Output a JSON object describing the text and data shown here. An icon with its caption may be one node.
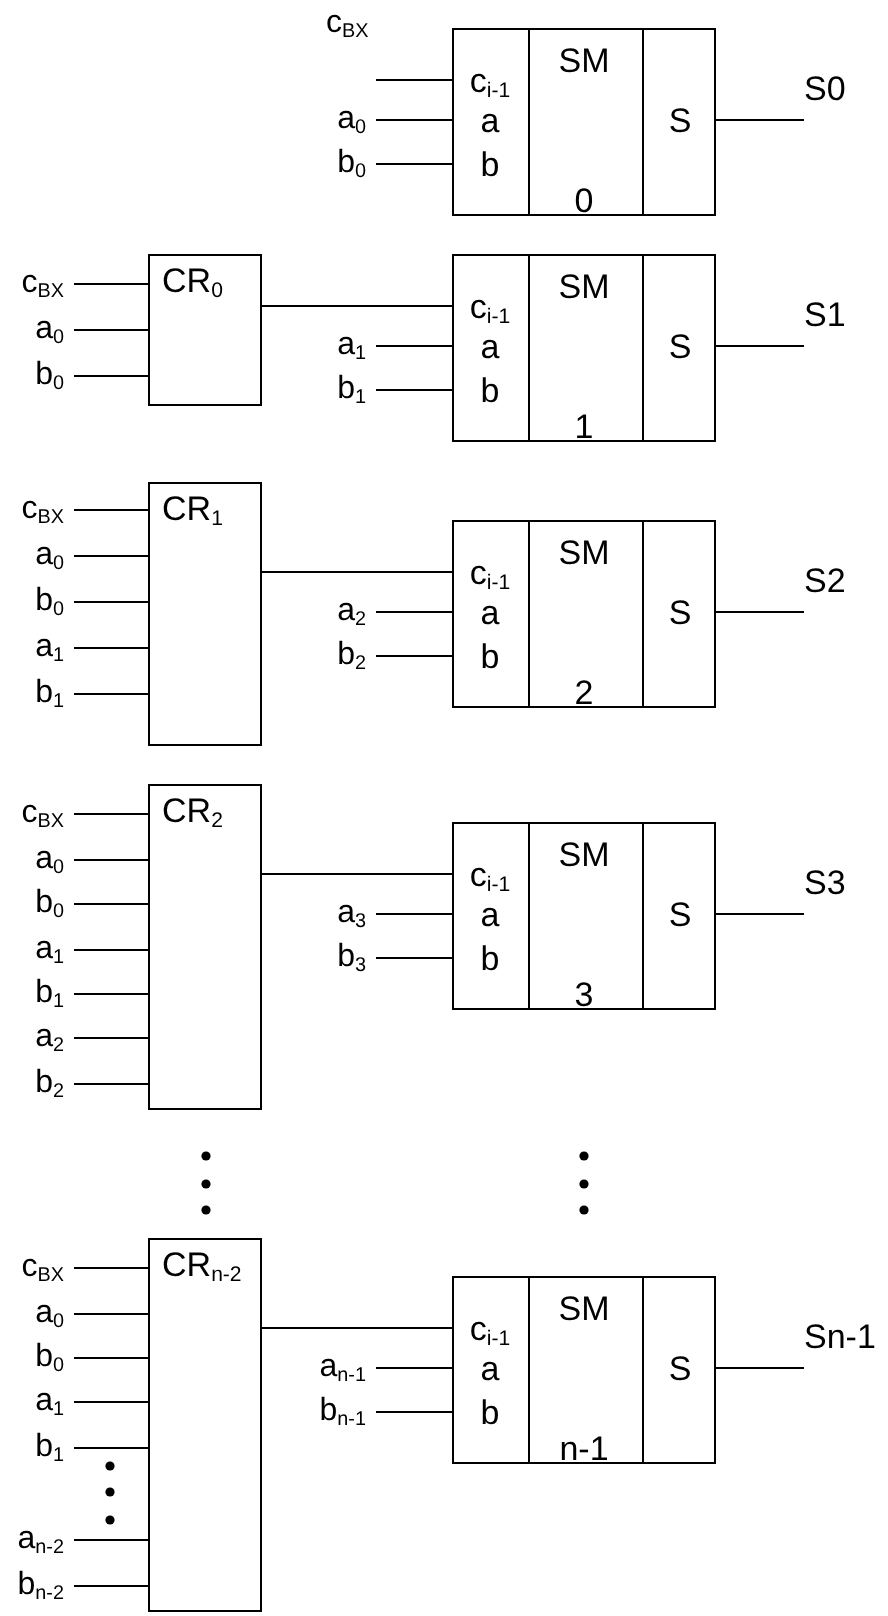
{
  "diagram": {
    "nodes": [
      {
        "text": [
          "c$_{BX}$"
        ]
      },
      {
        "text": [
          "a$_{0}$"
        ]
      },
      {
        "text": [
          "b$_{0}$"
        ]
      },
      {
        "text": [
          "c$_{i-1}$",
          "a",
          "b",
          "SM",
          "0",
          "S"
        ]
      },
      {
        "text": [
          "S0"
        ]
      },
      {
        "text": [
          "c$_{BX}$"
        ]
      },
      {
        "text": [
          "a$_{0}$"
        ]
      },
      {
        "text": [
          "b$_{0}$"
        ]
      },
      {
        "text": [
          "CR$_{0}$"
        ]
      },
      {
        "text": [
          "a$_{1}$"
        ]
      },
      {
        "text": [
          "b$_{1}$"
        ]
      },
      {
        "text": [
          "c$_{i-1}$",
          "a",
          "b",
          "SM",
          "1",
          "S"
        ]
      },
      {
        "text": [
          "S1"
        ]
      },
      {
        "text": [
          "c$_{BX}$"
        ]
      },
      {
        "text": [
          "a$_{0}$"
        ]
      },
      {
        "text": [
          "b$_{0}$"
        ]
      },
      {
        "text": [
          "a$_{1}$"
        ]
      },
      {
        "text": [
          "b$_{1}$"
        ]
      },
      {
        "text": [
          "CR$_{1}$"
        ]
      },
      {
        "text": [
          "a$_{2}$"
        ]
      },
      {
        "text": [
          "b$_{2}$"
        ]
      },
      {
        "text": [
          "c$_{i-1}$",
          "a",
          "b",
          "SM",
          "2",
          "S"
        ]
      },
      {
        "text": [
          "S2"
        ]
      },
      {
        "text": [
          "c$_{BX}$"
        ]
      },
      {
        "text": [
          "a$_{0}$"
        ]
      },
      {
        "text": [
          "b$_{0}$"
        ]
      },
      {
        "text": [
          "a$_{1}$"
        ]
      },
      {
        "text": [
          "b$_{1}$"
        ]
      },
      {
        "text": [
          "a$_{2}$"
        ]
      },
      {
        "text": [
          "b$_{2}$"
        ]
      },
      {
        "text": [
          "CR$_{2}$"
        ]
      },
      {
        "text": [
          "a$_{3}$"
        ]
      },
      {
        "text": [
          "b$_{3}$"
        ]
      },
      {
        "text": [
          "c$_{i-1}$",
          "a",
          "b",
          "SM",
          "3",
          "S"
        ]
      },
      {
        "text": [
          "S3"
        ]
      },
      {
        "text": [
          "c$_{BX}$"
        ]
      },
      {
        "text": [
          "a$_{0}$"
        ]
      },
      {
        "text": [
          "b$_{0}$"
        ]
      },
      {
        "text": [
          "a$_{1}$"
        ]
      },
      {
        "text": [
          "b$_{1}$"
        ]
      },
      {
        "text": [
          "a$_{n-2}$"
        ]
      },
      {
        "text": [
          "b$_{n-2}$"
        ]
      },
      {
        "text": [
          "CR$_{n-2}$"
        ]
      },
      {
        "text": [
          "a$_{n-1}$"
        ]
      },
      {
        "text": [
          "b$_{n-1}$"
        ]
      },
      {
        "text": [
          "c$_{i-1}$",
          "a",
          "b",
          "SM",
          "n-1",
          "S"
        ]
      },
      {
        "text": [
          "Sn-1"
        ]
      }
    ],
    "edges": [
      {
        "from": 0,
        "to": 3,
        "arrow": "none"
      },
      {
        "from": 1,
        "to": 3,
        "arrow": "none"
      },
      {
        "from": 2,
        "to": 3,
        "arrow": "none"
      },
      {
        "from": 3,
        "to": 4,
        "arrow": "none"
      },
      {
        "from": 5,
        "to": 8,
        "arrow": "none"
      },
      {
        "from": 6,
        "to": 8,
        "arrow": "none"
      },
      {
        "from": 7,
        "to": 8,
        "arrow": "none"
      },
      {
        "from": 8,
        "to": 11,
        "arrow": "none"
      },
      {
        "from": 9,
        "to": 11,
        "arrow": "none"
      },
      {
        "from": 10,
        "to": 11,
        "arrow": "none"
      },
      {
        "from": 11,
        "to": 12,
        "arrow": "none"
      },
      {
        "from": 13,
        "to": 18,
        "arrow": "none"
      },
      {
        "from": 14,
        "to": 18,
        "arrow": "none"
      },
      {
        "from": 15,
        "to": 18,
        "arrow": "none"
      },
      {
        "from": 16,
        "to": 18,
        "arrow": "none"
      },
      {
        "from": 17,
        "to": 18,
        "arrow": "none"
      },
      {
        "from": 18,
        "to": 21,
        "arrow": "none"
      },
      {
        "from": 19,
        "to": 21,
        "arrow": "none"
      },
      {
        "from": 20,
        "to": 21,
        "arrow": "none"
      },
      {
        "from": 21,
        "to": 22,
        "arrow": "none"
      },
      {
        "from": 23,
        "to": 30,
        "arrow": "none"
      },
      {
        "from": 24,
        "to": 30,
        "arrow": "none"
      },
      {
        "from": 25,
        "to": 30,
        "arrow": "none"
      },
      {
        "from": 26,
        "to": 30,
        "arrow": "none"
      },
      {
        "from": 27,
        "to": 30,
        "arrow": "none"
      },
      {
        "from": 28,
        "to": 30,
        "arrow": "none"
      },
      {
        "from": 29,
        "to": 30,
        "arrow": "none"
      },
      {
        "from": 30,
        "to": 33,
        "arrow": "none"
      },
      {
        "from": 31,
        "to": 33,
        "arrow": "none"
      },
      {
        "from": 32,
        "to": 33,
        "arrow": "none"
      },
      {
        "from": 33,
        "to": 34,
        "arrow": "none"
      },
      {
        "from": 35,
        "to": 42,
        "arrow": "none"
      },
      {
        "from": 36,
        "to": 42,
        "arrow": "none"
      },
      {
        "from": 37,
        "to": 42,
        "arrow": "none"
      },
      {
        "from": 38,
        "to": 42,
        "arrow": "none"
      },
      {
        "from": 39,
        "to": 42,
        "arrow": "none"
      },
      {
        "from": 40,
        "to": 42,
        "arrow": "none"
      },
      {
        "from": 41,
        "to": 42,
        "arrow": "none"
      },
      {
        "from": 42,
        "to": 45,
        "arrow": "none"
      },
      {
        "from": 43,
        "to": 45,
        "arrow": "none"
      },
      {
        "from": 44,
        "to": 45,
        "arrow": "none"
      },
      {
        "from": 45,
        "to": 46,
        "arrow": "none"
      }
    ]
  }
}
